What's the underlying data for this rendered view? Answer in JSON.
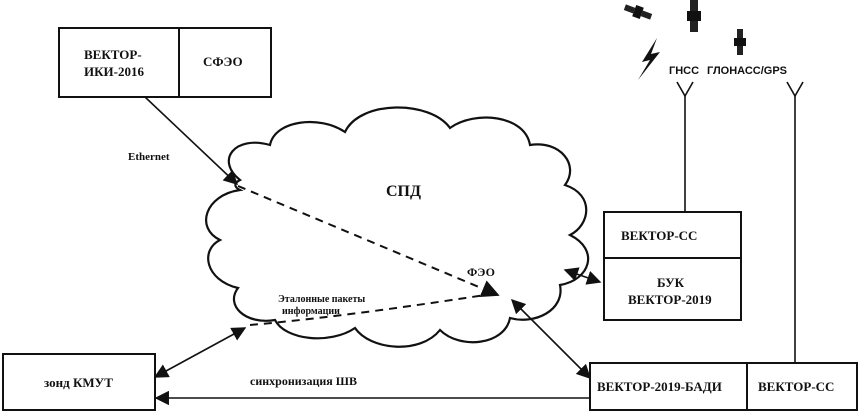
{
  "blocks": {
    "vektor_iki_line1": "ВЕКТОР-",
    "vektor_iki_line2": "ИКИ-2016",
    "sfeo": "СФЭО",
    "vektor_ss_top": "ВЕКТОР-СС",
    "buk_line1": "БУК",
    "buk_line2": "ВЕКТОР-2019",
    "zond": "зонд КМУТ",
    "badi": "ВЕКТОР-2019-БАДИ",
    "vektor_ss_bottom": "ВЕКТОР-СС"
  },
  "cloud": {
    "title": "СПД",
    "feo": "ФЭО",
    "packets_line1": "Эталонные пакеты",
    "packets_line2": "информации"
  },
  "links": {
    "ethernet": "Ethernet",
    "sync": "синхронизация ШВ"
  },
  "satellites": {
    "gnss": "ГНСС",
    "glonass_gps": "ГЛОНАСС/GPS"
  }
}
